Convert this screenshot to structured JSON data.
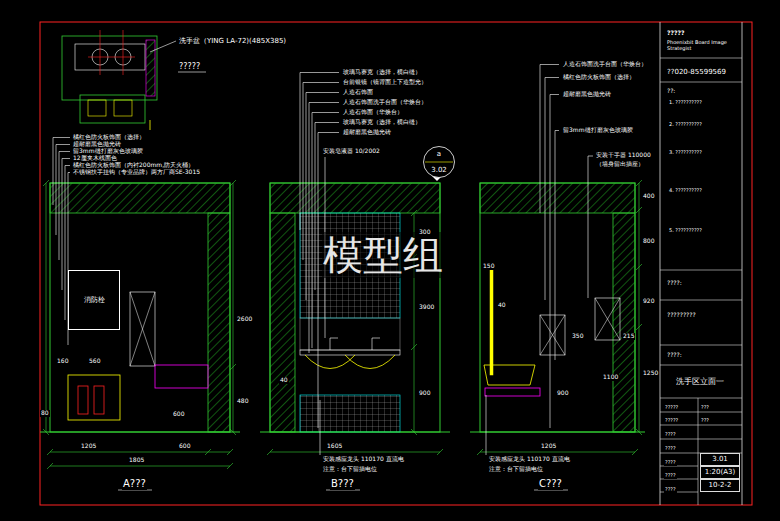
{
  "diagram": {
    "nodes": [
      {
        "text": [
          "a",
          "3.02"
        ]
      },
      {
        "text": [
          "消防栓"
        ]
      },
      {
        "text": [
          "洗手区立面一"
        ]
      },
      {
        "text": [
          "3.01"
        ]
      },
      {
        "text": [
          "1:20(A3)"
        ]
      },
      {
        "text": [
          "10-2-2"
        ]
      }
    ],
    "labels": [
      "洗手盆（YING LA-72)(485X385)",
      "?????",
      "橘红色防火板饰面（选择）",
      "超耐磨黑色抛光砖",
      "留3mm缝打磨灰色玻璃胶",
      "12厘夹木线面色",
      "橘红色防火板饰面（内衬200mm,防天火桶）",
      "不锈钢扶手挂钩（专业品牌）两方厂商SE-3015",
      "玻璃马赛克（选择，横白缝）",
      "台前银镜（镜背面上下造型光）",
      "人造石饰面",
      "人造石饰面洗手台面（华焕台）",
      "人造石饰面（华焕台）",
      "玻璃马赛克（选择，横白缝）",
      "超耐磨黑色抛光砖",
      "安装皂液器 10/2002",
      "人造石饰面洗手台面（华焕台）",
      "橘红色防火板饰面（选择）",
      "超耐磨黑色抛光砖",
      "留3mm缝打磨灰色玻璃胶",
      "安装干手器 110000",
      "（墙身留出插座）",
      "安装感应龙头 110170 直流电",
      "注意：台下留插电位",
      "安装感应龙头 110170 直流电",
      "注意：台下留插电位",
      "A???",
      "B???",
      "C???",
      "模型组",
      "160",
      "560",
      "600",
      "1205",
      "600",
      "1805",
      "80",
      "480",
      "2600",
      "1605",
      "300",
      "3900",
      "900",
      "40",
      "150",
      "40",
      "350",
      "215",
      "900",
      "1100",
      "1205",
      "400",
      "800",
      "920",
      "1250",
      "?????",
      "Phoenixbit Board Image Strategist",
      "??020-85599569",
      "??:",
      "1. ??????????",
      "2. ??????????",
      "3. ??????????",
      "4. ??????????",
      "5. ??????????",
      "????:",
      "?????????",
      "????:",
      "?????",
      "???",
      "?????",
      "???",
      "????",
      "????",
      "????",
      "????",
      "????"
    ]
  }
}
